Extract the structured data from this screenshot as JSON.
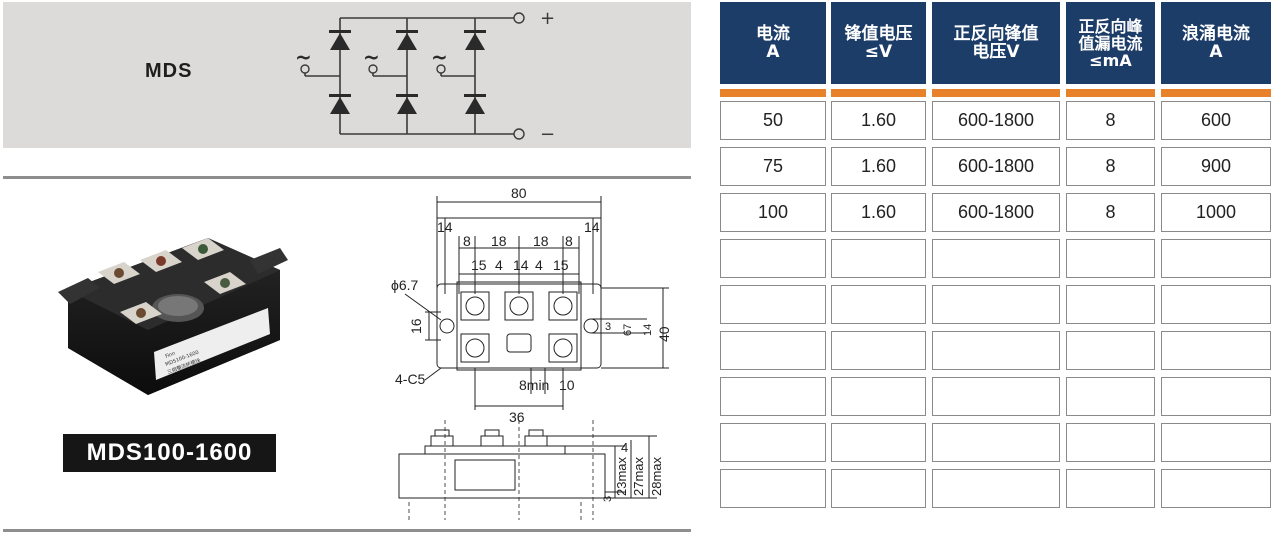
{
  "series": {
    "label": "MDS"
  },
  "circuit": {
    "ac_symbol": "~",
    "plus": "+",
    "minus": "−"
  },
  "model": {
    "badge": "MDS100-1600"
  },
  "photo": {
    "label_line1": "MDS100-1600",
    "label_line2": "三相整流桥模块",
    "brand": "Finn"
  },
  "drawing": {
    "dim_80": "80",
    "dim_14a": "14",
    "dim_14b": "14",
    "dim_8a": "8",
    "dim_18a": "18",
    "dim_18b": "18",
    "dim_8b": "8",
    "dim_15a": "15",
    "dim_4a": "4",
    "dim_14c": "14",
    "dim_4b": "4",
    "dim_15b": "15",
    "dim_phi": "ϕ6.7",
    "dim_16": "16",
    "dim_c5": "4-C5",
    "dim_36": "36",
    "dim_8min": "8min",
    "dim_10": "10",
    "dim_3": "3",
    "dim_67": "67",
    "dim_14d": "14",
    "dim_40": "40",
    "dim_23": "23max",
    "dim_27": "27max",
    "dim_28": "28max",
    "dim_4c": "4",
    "dim_3b": "3"
  },
  "table": {
    "headers": [
      [
        "电流",
        "A"
      ],
      [
        "锋值电压",
        "≤V"
      ],
      [
        "正反向锋值",
        "电压V"
      ],
      [
        "正反向峰",
        "值漏电流",
        "≤mA"
      ],
      [
        "浪涌电流",
        "A"
      ]
    ],
    "rows": [
      [
        "50",
        "1.60",
        "600-1800",
        "8",
        "600"
      ],
      [
        "75",
        "1.60",
        "600-1800",
        "8",
        "900"
      ],
      [
        "100",
        "1.60",
        "600-1800",
        "8",
        "1000"
      ],
      [
        "",
        "",
        "",
        "",
        ""
      ],
      [
        "",
        "",
        "",
        "",
        ""
      ],
      [
        "",
        "",
        "",
        "",
        ""
      ],
      [
        "",
        "",
        "",
        "",
        ""
      ],
      [
        "",
        "",
        "",
        "",
        ""
      ],
      [
        "",
        "",
        "",
        "",
        ""
      ]
    ]
  },
  "colors": {
    "header_bg": "#1d3d69",
    "accent": "#e8822a",
    "panel_bg": "#dcdbd9"
  }
}
